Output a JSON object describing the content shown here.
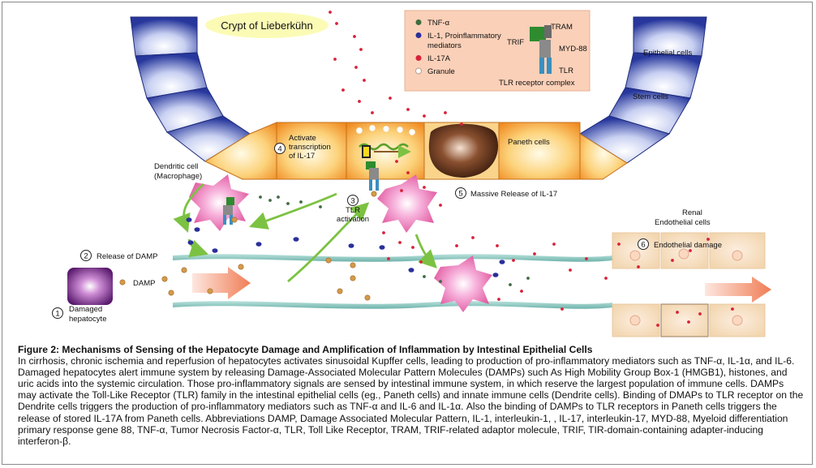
{
  "diagram": {
    "crypt_label": "Crypt of Lieberkühn",
    "legend": {
      "items": [
        {
          "label": "TNF-α",
          "color": "#3f6b3f"
        },
        {
          "label": "IL-1, Proinflammatory",
          "color": "#2a2f9a"
        },
        {
          "label": "mediators",
          "color": ""
        },
        {
          "label": "IL-17A",
          "color": "#d8213a"
        },
        {
          "label": "Granule",
          "color": "#ffffff"
        }
      ],
      "tlr_labels": {
        "tram": "TRAM",
        "trif": "TRIF",
        "myd88": "MYD-88",
        "tlr": "TLR",
        "complex": "TLR receptor complex"
      }
    },
    "cell_labels": {
      "epithelial": "Epithelial cells",
      "stem": "Stem cells",
      "paneth": "Paneth cells",
      "dendritic_1": "Dendritic cell",
      "dendritic_2": "(Macrophage)",
      "renal_1": "Renal",
      "renal_2": "Endothelial cells",
      "damp": "DAMP"
    },
    "steps": [
      {
        "num": "1",
        "lines": [
          "Damaged",
          "hepatocyte"
        ]
      },
      {
        "num": "2",
        "lines": [
          "Release of DAMP"
        ]
      },
      {
        "num": "3",
        "lines": [
          "TLR",
          "activation"
        ]
      },
      {
        "num": "4",
        "lines": [
          "Activate",
          "transcription",
          "of IL-17"
        ]
      },
      {
        "num": "5",
        "lines": [
          "Massive Release of IL-17"
        ]
      },
      {
        "num": "6",
        "lines": [
          "Endothelial damage"
        ]
      }
    ],
    "colors": {
      "epithelial": "#2d3d9e",
      "paneth": "#f4a332",
      "mediator_red": "#d8213a",
      "arrow_green": "#7cc242"
    }
  },
  "caption": {
    "title": "Figure 2: Mechanisms of Sensing of the Hepatocyte Damage and Amplification of Inflammation by Intestinal Epithelial Cells",
    "body": "In cirrhosis, chronic ischemia and reperfusion of hepatocytes activates sinusoidal Kupffer cells, leading to production of pro-inflammatory mediators such as TNF-α, IL-1α, and IL-6. Damaged hepatocytes alert immune system by releasing Damage-Associated Molecular Pattern Molecules (DAMPs) such As High Mobility Group Box-1 (HMGB1), histones, and uric acids into the systemic circulation. Those pro-inflammatory signals are sensed by intestinal immune system, in which reserve the largest population of immune cells. DAMPs may activate the Toll-Like Receptor (TLR) family in the intestinal epithelial cells (eg., Paneth cells) and innate immune cells (Dendrite cells). Binding of DMAPs to TLR receptor on the Dendrite cells triggers the production of pro-inflammatory mediators such as TNF-α and IL-6 and IL-1α. Also the binding of DAMPs to TLR receptors in Paneth cells triggers the release of stored IL-17A from Paneth cells. Abbreviations DAMP, Damage Associated Molecular Pattern, IL-1, interleukin-1, , IL-17, interleukin-17, MYD-88, Myeloid differentiation primary response gene 88, TNF-α, Tumor Necrosis Factor-α, TLR, Toll Like Receptor, TRAM, TRIF-related adaptor molecule, TRIF, TIR-domain-containing adapter-inducing interferon-β."
  }
}
